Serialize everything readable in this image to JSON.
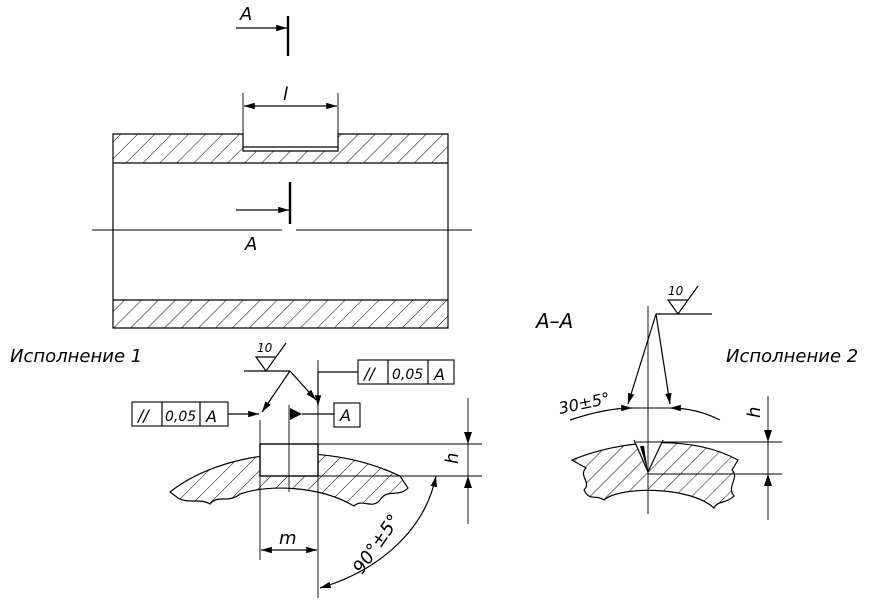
{
  "labels": {
    "view_mark": "A",
    "section_mark": "A",
    "dim_l": "l",
    "section_title": "A–A",
    "variant1": "Исполнение 1",
    "variant2": "Исполнение 2",
    "dim_m": "m",
    "dim_h1": "h",
    "dim_h2": "h",
    "angle1": "90°±5°",
    "angle2": "30±5°",
    "roughness1": "10",
    "roughness2": "10"
  },
  "tolerance_frame_right": {
    "symbol": "//",
    "value": "0,05",
    "datum": "A"
  },
  "tolerance_frame_left": {
    "symbol": "//",
    "value": "0,05",
    "datum": "A"
  },
  "datum_box": "A"
}
